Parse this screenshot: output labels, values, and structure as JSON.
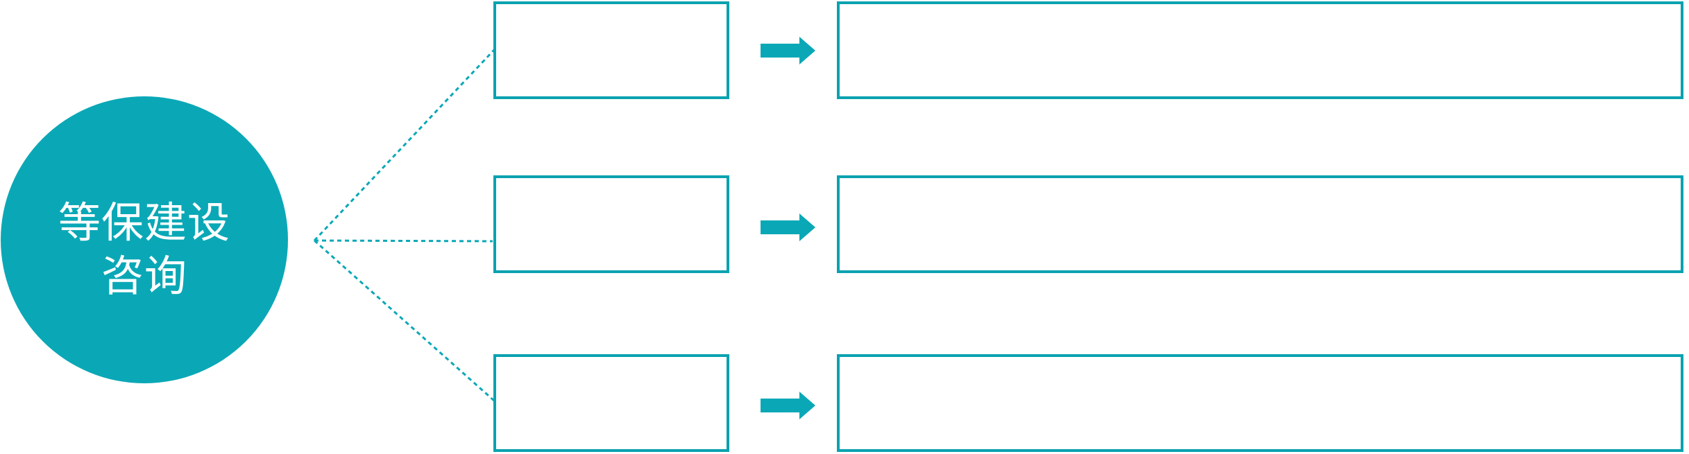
{
  "diagram": {
    "title_circle": {
      "line1": "等保建设",
      "line2": "咨询",
      "full_label": "等保建设咨询"
    },
    "rows": [
      {
        "step_label": "",
        "detail_label": ""
      },
      {
        "step_label": "",
        "detail_label": ""
      },
      {
        "step_label": "",
        "detail_label": ""
      }
    ],
    "icons": [
      "arrow-right-icon",
      "arrow-right-icon",
      "arrow-right-icon"
    ],
    "colors": {
      "accent_teal": "#0aa8b6",
      "box_border_teal": "#0aa2b0",
      "connector_teal": "#0aa8b6",
      "circle_text": "#ffffff",
      "background": "#ffffff"
    }
  }
}
